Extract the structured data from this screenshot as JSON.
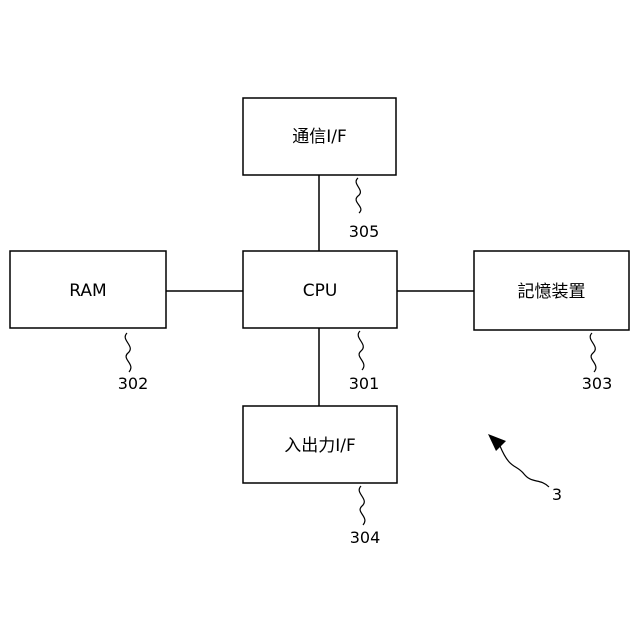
{
  "blocks": {
    "cpu": {
      "label": "CPU"
    },
    "comm_if": {
      "label": "通信I/F"
    },
    "ram": {
      "label": "RAM"
    },
    "storage": {
      "label": "記憶装置"
    },
    "io_if": {
      "label": "入出力I/F"
    }
  },
  "refs": {
    "cpu": "301",
    "ram": "302",
    "storage": "303",
    "io_if": "304",
    "comm_if": "305",
    "device": "3"
  }
}
